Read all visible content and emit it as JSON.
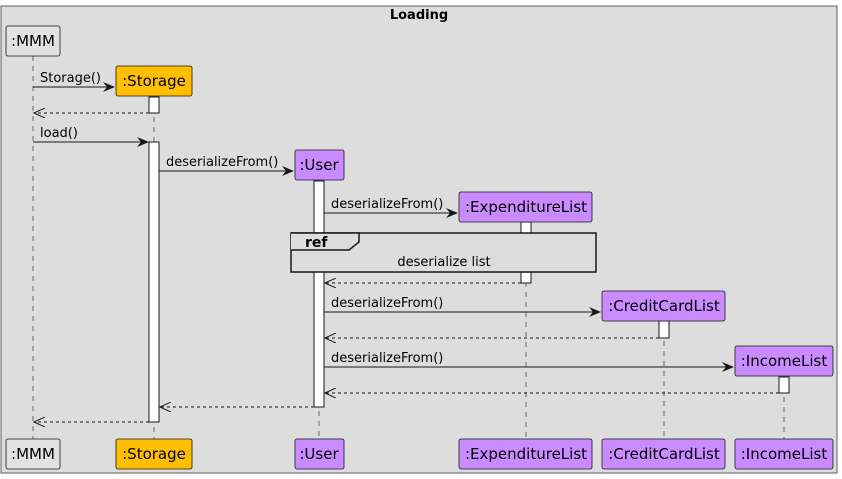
{
  "frame": {
    "title": "Loading"
  },
  "participants": [
    {
      "id": "mmm",
      "label": ":MMM",
      "color": "#E2E2E2"
    },
    {
      "id": "storage",
      "label": ":Storage",
      "color": "#FFBF00"
    },
    {
      "id": "user",
      "label": ":User",
      "color": "#C98BFF"
    },
    {
      "id": "expenditure",
      "label": ":ExpenditureList",
      "color": "#C98BFF"
    },
    {
      "id": "creditcard",
      "label": ":CreditCardList",
      "color": "#C98BFF"
    },
    {
      "id": "income",
      "label": ":IncomeList",
      "color": "#C98BFF"
    }
  ],
  "messages": [
    {
      "id": "m1",
      "from": "mmm",
      "to": "storage",
      "label": "Storage()",
      "type": "create"
    },
    {
      "id": "m2",
      "from": "storage",
      "to": "mmm",
      "label": "",
      "type": "return"
    },
    {
      "id": "m3",
      "from": "mmm",
      "to": "storage",
      "label": "load()",
      "type": "call"
    },
    {
      "id": "m4",
      "from": "storage",
      "to": "user",
      "label": "deserializeFrom()",
      "type": "create"
    },
    {
      "id": "m5",
      "from": "user",
      "to": "expenditure",
      "label": "deserializeFrom()",
      "type": "create"
    },
    {
      "id": "m6",
      "from": "expenditure",
      "to": "user",
      "label": "",
      "type": "return"
    },
    {
      "id": "m7",
      "from": "user",
      "to": "creditcard",
      "label": "deserializeFrom()",
      "type": "create"
    },
    {
      "id": "m8",
      "from": "creditcard",
      "to": "user",
      "label": "",
      "type": "return"
    },
    {
      "id": "m9",
      "from": "user",
      "to": "income",
      "label": "deserializeFrom()",
      "type": "create"
    },
    {
      "id": "m10",
      "from": "income",
      "to": "user",
      "label": "",
      "type": "return"
    },
    {
      "id": "m11",
      "from": "user",
      "to": "storage",
      "label": "",
      "type": "return"
    },
    {
      "id": "m12",
      "from": "storage",
      "to": "mmm",
      "label": "",
      "type": "return"
    }
  ],
  "ref": {
    "keyword": "ref",
    "text": "deserialize list"
  },
  "colors": {
    "frame_bg": "#DDDDDD",
    "frame_border": "#5F5F5F",
    "line": "#181818"
  }
}
